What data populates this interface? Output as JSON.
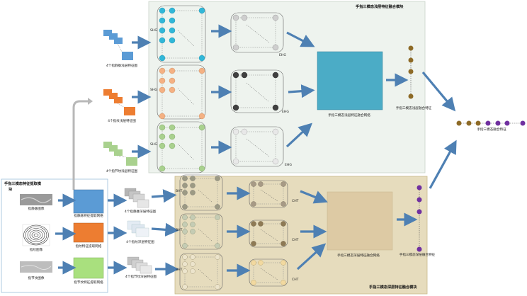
{
  "panels": {
    "shallow_title": "手指三模态浅层特征融合模块",
    "deep_title": "手指三模态深层特征融合模块",
    "extraction_title_line1": "手指三模态特征提取模",
    "extraction_title_line2": "块"
  },
  "inputs": {
    "vein_image": "指静脉图像",
    "print_image": "指纹图像",
    "knuckle_image": "指节纹图像"
  },
  "networks": {
    "vein": "指静脉特征提取网络",
    "print": "指纹特征提取网络",
    "knuckle": "指节纹特征提取网络"
  },
  "shallow_features": {
    "vein": "4个指静脉浅层特征图",
    "print": "4个指纹浅层特征图",
    "knuckle": "4个指节纹浅层特征图"
  },
  "deep_features": {
    "vein": "4个指静脉深层特征图",
    "print": "4个指纹深层特征图",
    "knuckle": "4个指节纹深层特征图"
  },
  "graph_labels": {
    "shallow_in": "SHG",
    "shallow_out": "EHG",
    "deep_in": "BHT",
    "deep_out": "CHT"
  },
  "fusion": {
    "shallow_net": "手指三模态浅层特征融合网络",
    "shallow_feature": "手指三模态浅层融合特征",
    "deep_net": "手指三模态深层特征融合网络",
    "deep_feature": "手指三模态深层融合特征",
    "final_feature": "手指三模态融合特征"
  },
  "colors": {
    "shallow_panel": "#eef3ee",
    "deep_panel": "#e6dcbd",
    "blue": "#5b9bd5",
    "orange": "#ed7d31",
    "green": "#a9d18e",
    "cyan": "#31b7d8",
    "peach": "#f4b183",
    "dark": "#404040",
    "teal_square": "#4bacc6",
    "arrow": "#4e80b3",
    "brown_node": "#8d6a26",
    "purple_node": "#7030a0"
  }
}
